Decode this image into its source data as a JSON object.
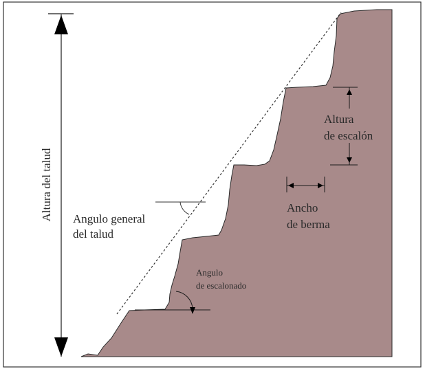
{
  "colors": {
    "rock": "#a88a8a",
    "line": "#1a1a1a",
    "frame": "#333333",
    "background": "#ffffff"
  },
  "labels": {
    "slope_height": "Altura del talud",
    "general_angle_line1": "Angulo general",
    "general_angle_line2": "del talud",
    "step_angle_line1": "Angulo",
    "step_angle_line2": "de escalonado",
    "step_height_line1": "Altura",
    "step_height_line2": "de escalón",
    "berm_width_line1": "Ancho",
    "berm_width_line2": "de berma"
  }
}
